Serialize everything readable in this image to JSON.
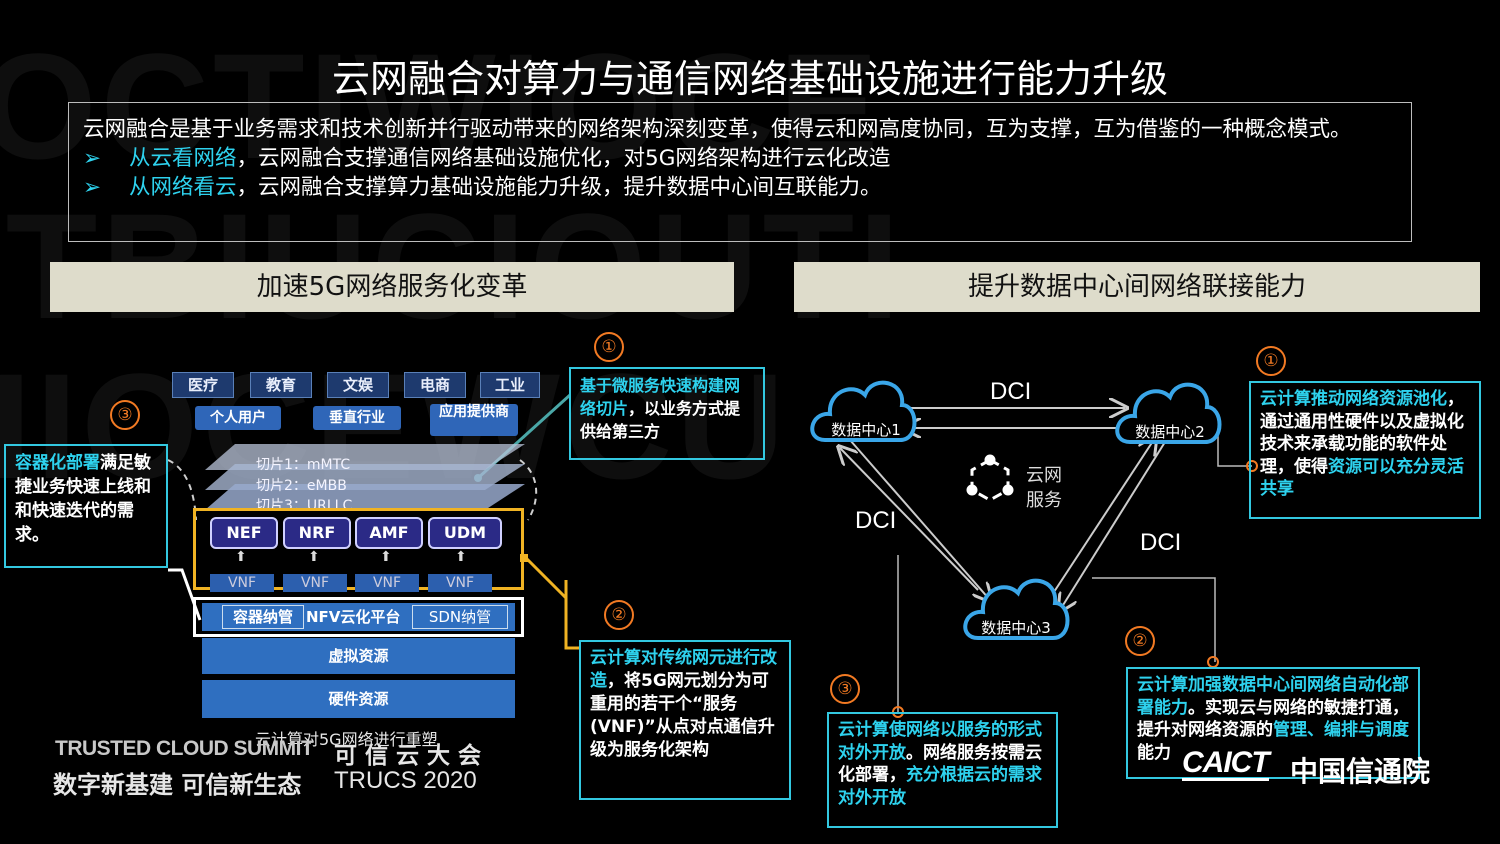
{
  "title": "云网融合对算力与通信网络基础设施进行能力升级",
  "intro": {
    "line1": "云网融合是基于业务需求和技术创新并行驱动带来的网络架构深刻变革，使得云和网高度协同，互为支撑，互为借鉴的一种概念模式。",
    "bullets": [
      {
        "arrow": "➢",
        "highlight": "从云看网络",
        "rest": "，云网融合支撑通信网络基础设施优化，对5G网络架构进行云化改造"
      },
      {
        "arrow": "➢",
        "highlight": "从网络看云",
        "rest": "，云网融合支撑算力基础设施能力升级，提升数据中心间互联能力。"
      }
    ]
  },
  "left": {
    "header": "加速5G网络服务化变革",
    "industries": [
      "医疗",
      "教育",
      "文娱",
      "电商",
      "工业"
    ],
    "users": [
      "个人用户",
      "垂直行业",
      "应用提供商"
    ],
    "slices": [
      "切片1：mMTC",
      "切片2：eMBB",
      "切片3：URLLC"
    ],
    "nfs": [
      "NEF",
      "NRF",
      "AMF",
      "UDM"
    ],
    "vnf": "VNF",
    "platform": {
      "left": "容器纳管",
      "middle": "NFV云化平台",
      "right": "SDN纳管"
    },
    "virtual": "虚拟资源",
    "hardware": "硬件资源",
    "caption": "云计算对5G网络进行重塑",
    "c1": "①",
    "c2": "②",
    "c3": "③",
    "box1_hl": "基于微服务快速构建网络切片",
    "box1_rest": "，以业务方式提供给第三方",
    "box2_hl": "云计算对传统网元进行改造",
    "box2_rest": "，将5G网元划分为可重用的若干个“服务(VNF)”从点对点通信升级为服务化架构",
    "box3_hl": "容器化部署",
    "box3_rest": "满足敏捷业务快速上线和和快速迭代的需求。"
  },
  "right": {
    "header": "提升数据中心间网络联接能力",
    "dc1": "数据中心1",
    "dc2": "数据中心2",
    "dc3": "数据中心3",
    "dci": "DCI",
    "service_line1": "云网",
    "service_line2": "服务",
    "c1": "①",
    "c2": "②",
    "c3": "③",
    "box1_hl": "云计算推动网络资源池化",
    "box1_mid": "，通过通用性硬件以及虚拟化技术来承载功能的软件处理，使得",
    "box1_hl2": "资源可以充分灵活共享",
    "box2_hl": "云计算加强数据中心间网络自动化部署能力",
    "box2_mid": "。实现云与网络的敏捷打通，提升对网络资源的",
    "box2_hl2": "管理、编排与调度",
    "box2_end": "能力",
    "box3_hl": "云计算使网络以服务的形式对外开放",
    "box3_mid": "。网络服务按需云化部署，",
    "box3_hl2": "充分根据云的需求对外开放"
  },
  "footer": {
    "summit_en": "TRUSTED CLOUD SUMMIT",
    "summit_cn": "可 信 云 大 会",
    "slogan": "数字新基建 可信新生态",
    "event": "TRUCS 2020",
    "logo_en": "CAICT",
    "logo_cn": "中国信通院"
  },
  "colors": {
    "accent_cyan": "#2ed2ee",
    "orange": "#f27a23",
    "header_bg": "#dedccb",
    "gold": "#f0b323"
  }
}
